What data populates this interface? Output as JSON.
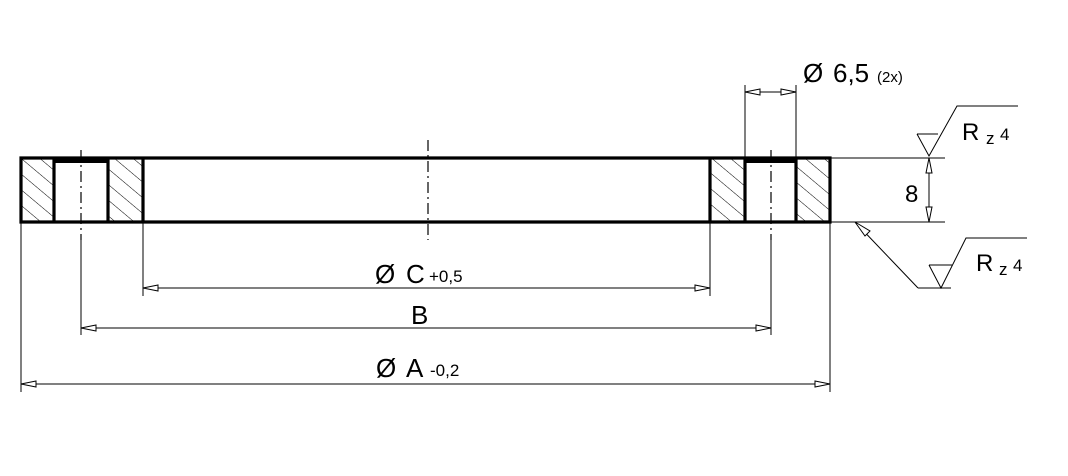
{
  "drawing": {
    "phi": "Ø",
    "hole_dim": {
      "value": "6,5",
      "note": "(2x)"
    },
    "thickness": "8",
    "roughness_top": {
      "r": "R",
      "z": "z",
      "val": "4"
    },
    "roughness_bottom": {
      "r": "R",
      "z": "z",
      "val": "4"
    },
    "dim_c": {
      "letter": "C",
      "tol": "+0,5"
    },
    "dim_b": {
      "letter": "B"
    },
    "dim_a": {
      "letter": "A",
      "tol": "-0,2"
    }
  }
}
